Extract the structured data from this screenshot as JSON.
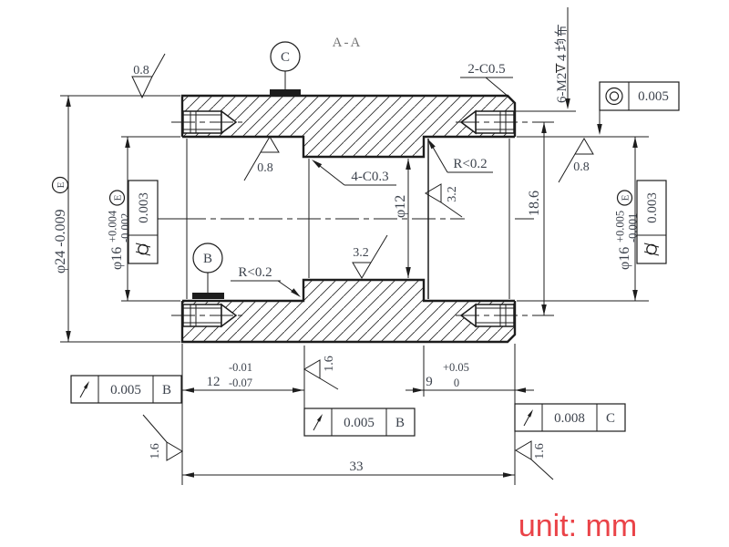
{
  "drawing": {
    "section_label": "A-A",
    "unit_note": "unit: mm",
    "datum_b": "B",
    "datum_c": "C",
    "thread_note": {
      "full": "6-M2▽4均布",
      "prefix": "6-M2",
      "depth_value": "4",
      "suffix_cjk": "均布"
    },
    "chamfer_note_outer": "2-C0.5",
    "chamfer_note_bore": "4-C0.3",
    "fillet_note_left": "R<0.2",
    "fillet_note_right": "R<0.2",
    "dims": {
      "od": {
        "label": "φ24 -0.009",
        "envelope": "E"
      },
      "bore_left": {
        "label": "φ16",
        "tol_upper": "+0.004",
        "tol_lower": "-0.002",
        "envelope": "E"
      },
      "bore_right": {
        "label": "φ16",
        "tol_upper": "+0.005",
        "tol_lower": "-0.001",
        "envelope": "E"
      },
      "bore_mid": "φ12",
      "bolt_circle": "18.6",
      "depth_left": {
        "nominal": "12",
        "tol_upper": "-0.01",
        "tol_lower": "-0.07"
      },
      "depth_right": {
        "nominal": "9",
        "tol_upper": "+0.05",
        "tol_lower": "0"
      },
      "overall_length": "33"
    },
    "roughness": {
      "top_left": "0.8",
      "bore_left": "0.8",
      "top_right": "0.8",
      "bore_mid": "3.2",
      "bore_right_wall": "3.2",
      "step_mid": "1.6",
      "face_left": "1.6",
      "face_right": "1.6"
    },
    "gdt": {
      "cyl_left": {
        "symbol": "cylindricity",
        "value": "0.003"
      },
      "cyl_right": {
        "symbol": "cylindricity",
        "value": "0.003"
      },
      "concentricity": {
        "symbol": "concentricity",
        "value": "0.005"
      },
      "runout_left": {
        "symbol": "circular-runout",
        "value": "0.005",
        "datum": "B"
      },
      "runout_mid": {
        "symbol": "circular-runout",
        "value": "0.005",
        "datum": "B"
      },
      "runout_right": {
        "symbol": "circular-runout",
        "value": "0.008",
        "datum": "C"
      }
    },
    "colors": {
      "line": "#1d1d1d",
      "text": "#3d434d",
      "accent_red": "#ea4348"
    }
  }
}
